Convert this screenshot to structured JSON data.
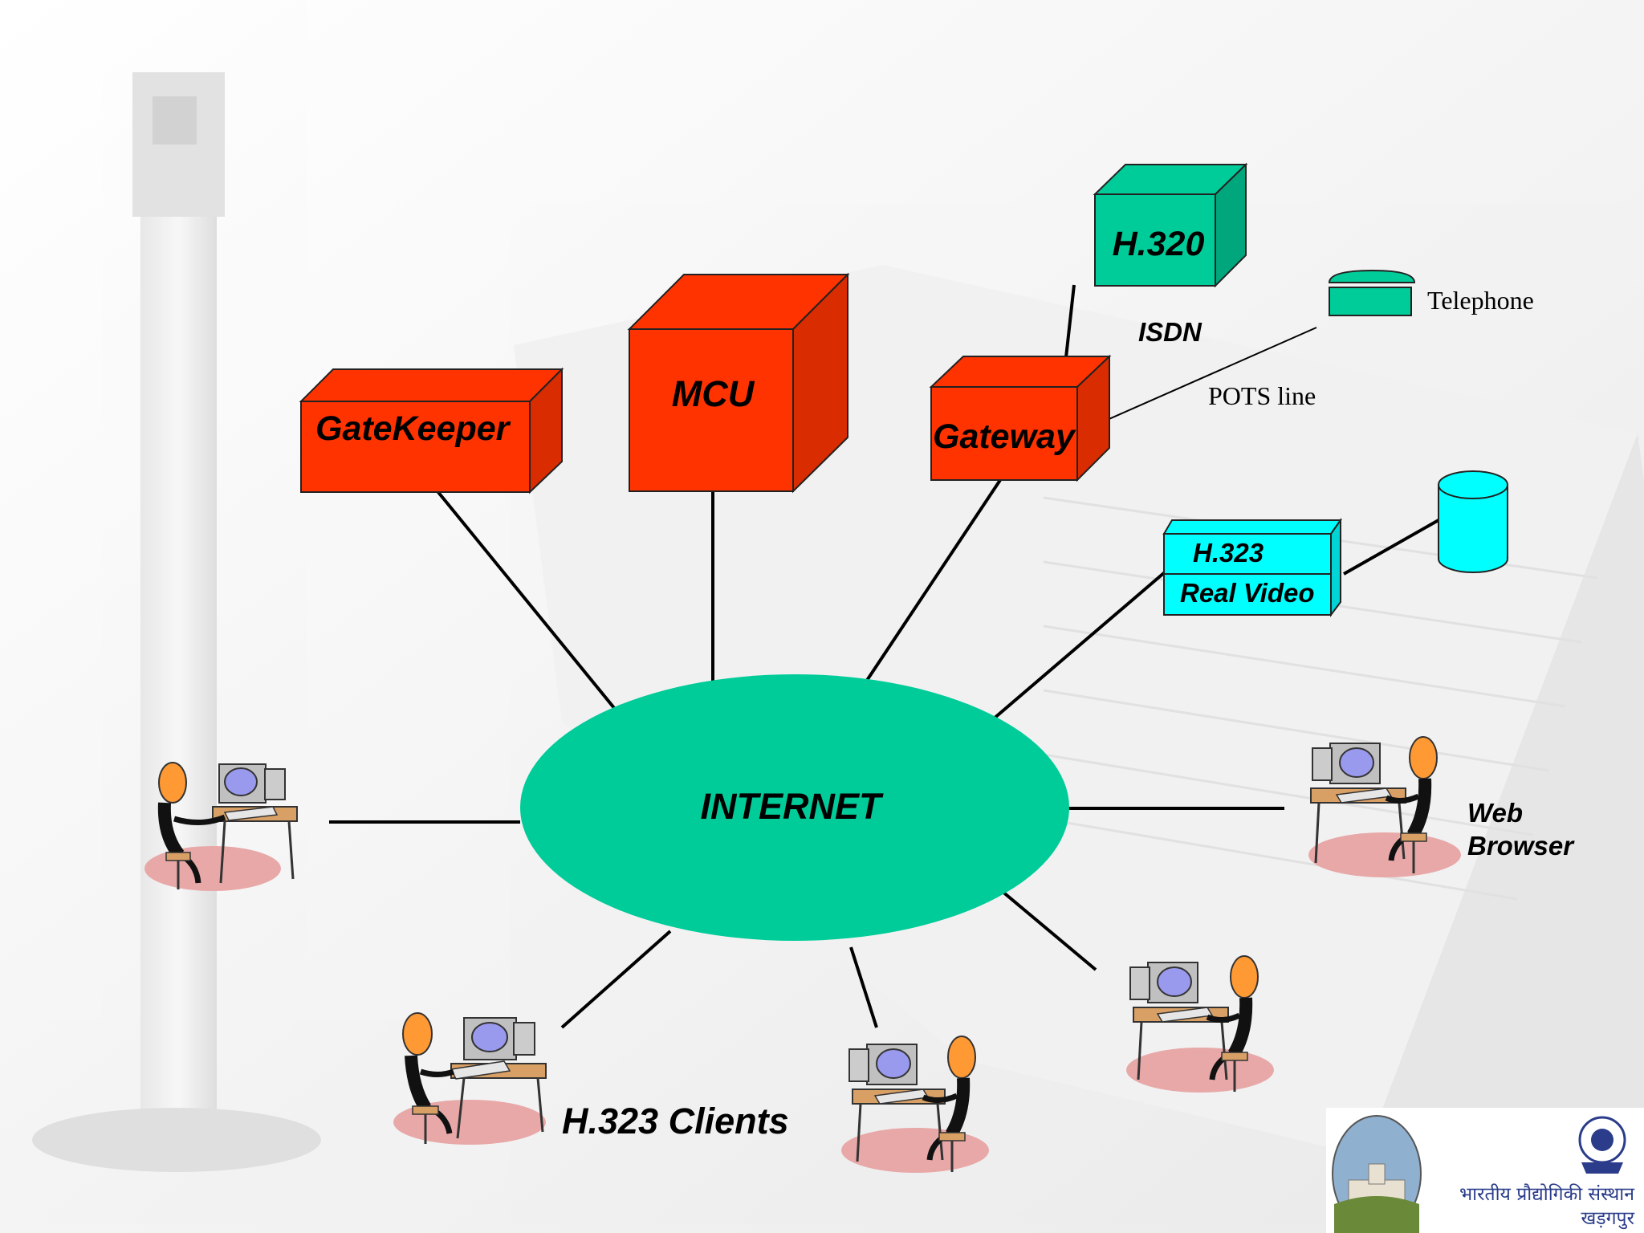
{
  "nodes": {
    "internet": "INTERNET",
    "gatekeeper": "GateKeeper",
    "mcu": "MCU",
    "gateway": "Gateway",
    "h320": "H.320",
    "h323_top": "H.323",
    "h323_bottom": "Real Video"
  },
  "labels": {
    "isdn": "ISDN",
    "pots": "POTS line",
    "telephone": "Telephone",
    "web_browser_line1": "Web",
    "web_browser_line2": "Browser",
    "clients": "H.323 Clients"
  },
  "logo": {
    "line1": "भारतीय प्रौद्योगिकी संस्थान",
    "line2": "खड़गपुर"
  },
  "colors": {
    "internet": "#00CC99",
    "server_red": "#FF3300",
    "h320_green": "#00CC99",
    "telephone_green": "#00CC99",
    "video_cyan": "#00FFFF"
  }
}
